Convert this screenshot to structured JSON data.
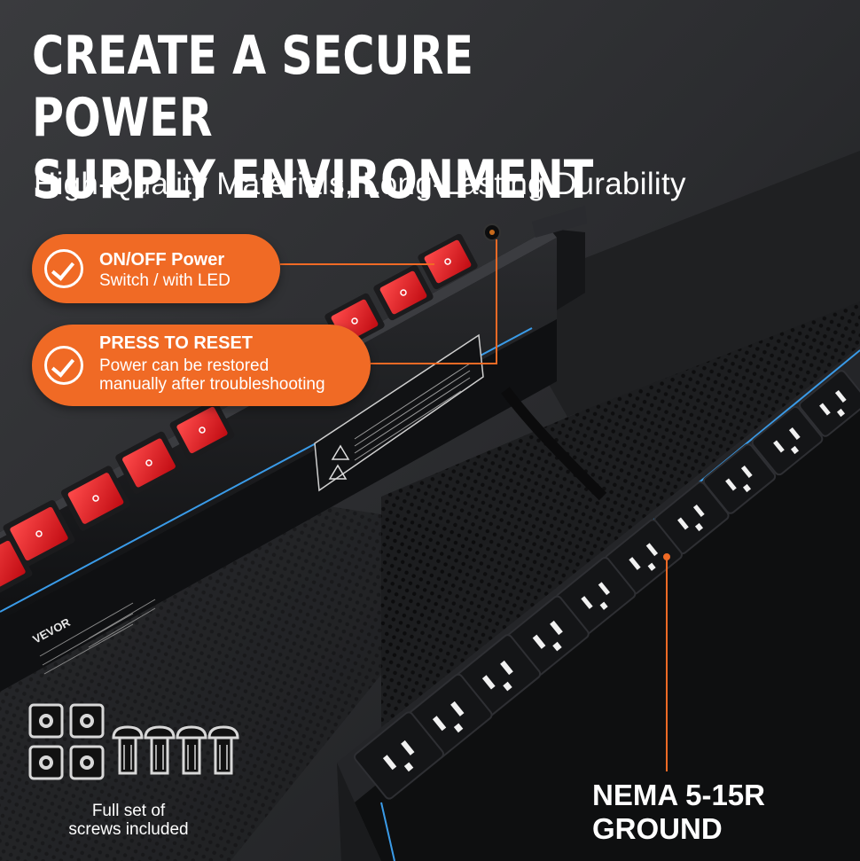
{
  "headline": {
    "line1": "CREATE A SECURE POWER",
    "line2": "SUPPLY ENVIRONMENT"
  },
  "subtitle": "High-Quality Materials, Long-Lasting Durability",
  "callouts": [
    {
      "title": "ON/OFF Power",
      "desc_line1": "Switch / with LED",
      "desc_line2": ""
    },
    {
      "title": "PRESS TO RESET",
      "desc_line1": "Power can be restored",
      "desc_line2": "manually after troubleshooting"
    }
  ],
  "brand": "VEVOR",
  "outlet_label": {
    "line1": "NEMA 5-15R",
    "line2": "GROUND"
  },
  "screws_label": {
    "line1": "Full set of",
    "line2": "screws included"
  },
  "colors": {
    "accent": "#f06a25",
    "switch_red": "#e0141c",
    "led_blue": "#3a9be8",
    "strip_black": "#141517"
  }
}
